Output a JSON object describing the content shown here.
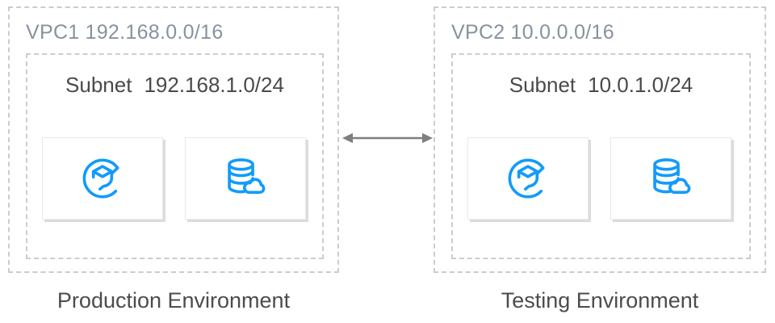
{
  "colors": {
    "icon_blue": "#129bfb",
    "dashed_border": "#cccccc",
    "vpc_label_text": "#8792a0",
    "subnet_label_text": "#4a4a4a",
    "caption_text": "#4c4c4c",
    "arrow_gray": "#7f7f7f",
    "card_shadow": "#dcdcdc"
  },
  "arrow": {
    "type": "double-headed-horizontal"
  },
  "environments": [
    {
      "vpc_name": "VPC1",
      "vpc_cidr": "192.168.0.0/16",
      "subnet_name": "Subnet",
      "subnet_cidr": "192.168.1.0/24",
      "caption": "Production Environment",
      "nodes": [
        {
          "icon": "cvm-icon"
        },
        {
          "icon": "cloud-database-icon"
        }
      ]
    },
    {
      "vpc_name": "VPC2",
      "vpc_cidr": "10.0.0.0/16",
      "subnet_name": "Subnet",
      "subnet_cidr": "10.0.1.0/24",
      "caption": "Testing Environment",
      "nodes": [
        {
          "icon": "cvm-icon"
        },
        {
          "icon": "cloud-database-icon"
        }
      ]
    }
  ]
}
